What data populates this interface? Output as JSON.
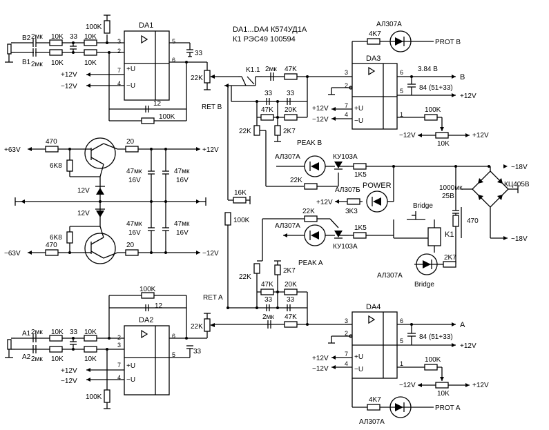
{
  "note": {
    "line1": "DA1...DA4 К574УД1А",
    "line2": "К1 РЭС49 100594"
  },
  "chips": {
    "da1": "DA1",
    "da2": "DA2",
    "da3": "DA3",
    "da4": "DA4",
    "k1": "K1",
    "k11": "K1.1",
    "kc": "КЦ405В"
  },
  "pins": {
    "p1": "1",
    "p2": "2",
    "p3": "3",
    "p4": "4",
    "p5": "5",
    "p6": "6",
    "p7": "7",
    "plus_u": "+U",
    "minus_u": "−U"
  },
  "nets": {
    "b1": "B1",
    "b2": "B2",
    "a1": "A1",
    "a2": "A2",
    "ret_b": "RET B",
    "ret_a": "RET A",
    "v12p": "+12V",
    "v12m": "−12V",
    "v63p": "+63V",
    "v63m": "−63V",
    "v12": "12V",
    "v18p": "~18V",
    "v18m": "~18V",
    "out_b": "B",
    "out_a": "A",
    "v384": "3.84 B",
    "prot_b": "PROT B",
    "prot_a": "PROT A",
    "peak_b": "PEAK B",
    "peak_a": "PEAK A",
    "power": "POWER",
    "bridge": "Bridge"
  },
  "values": {
    "c2mk": "2мк",
    "r10k": "10K",
    "c33": "33",
    "r100k": "100K",
    "r22k": "22K",
    "r47k": "47K",
    "r20k": "20K",
    "c12": "12",
    "r2k7": "2K7",
    "r470": "470",
    "r6k8": "6K8",
    "r20": "20",
    "c47mk": "47мк",
    "v16": "16V",
    "r16k": "16K",
    "r4k7": "4K7",
    "c84": "84 (51+33)",
    "r1k5": "1K5",
    "r3k3": "3K3",
    "c1000": "1000мк",
    "v25": "25B",
    "r20b": "20"
  },
  "parts": {
    "led": "АЛ307А",
    "led_b": "АЛ307Б",
    "thyr": "КУ103А"
  }
}
